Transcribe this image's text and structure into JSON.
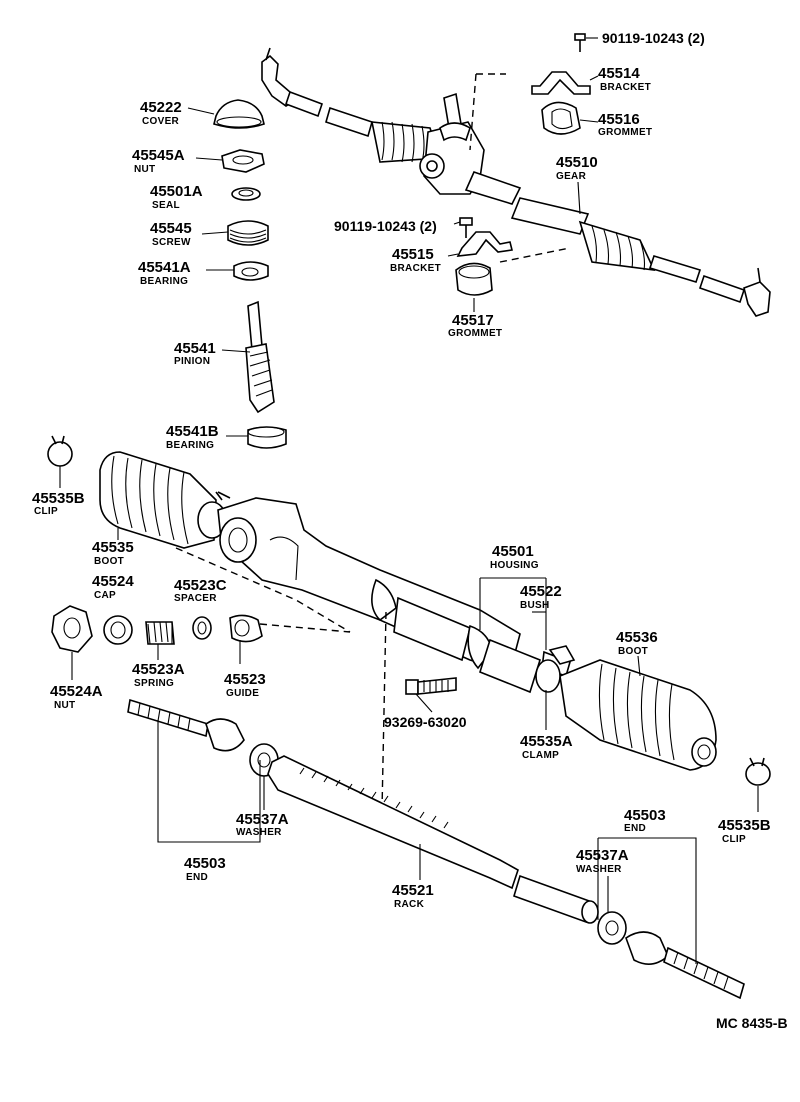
{
  "labels": {
    "bolt_top": {
      "num": "90119-10243 (2)"
    },
    "bracket_top": {
      "num": "45514",
      "name": "BRACKET"
    },
    "grommet_top": {
      "num": "45516",
      "name": "GROMMET"
    },
    "gear": {
      "num": "45510",
      "name": "GEAR"
    },
    "cover": {
      "num": "45222",
      "name": "COVER"
    },
    "nut_top": {
      "num": "45545A",
      "name": "NUT"
    },
    "seal": {
      "num": "45501A",
      "name": "SEAL"
    },
    "screw": {
      "num": "45545",
      "name": "SCREW"
    },
    "bearing_a": {
      "num": "45541A",
      "name": "BEARING"
    },
    "bolt_mid": {
      "num": "90119-10243 (2)"
    },
    "bracket_mid": {
      "num": "45515",
      "name": "BRACKET"
    },
    "grommet_mid": {
      "num": "45517",
      "name": "GROMMET"
    },
    "pinion": {
      "num": "45541",
      "name": "PINION"
    },
    "bearing_b": {
      "num": "45541B",
      "name": "BEARING"
    },
    "clip_left": {
      "num": "45535B",
      "name": "CLIP"
    },
    "boot_left": {
      "num": "45535",
      "name": "BOOT"
    },
    "housing": {
      "num": "45501",
      "name": "HOUSING"
    },
    "bush": {
      "num": "45522",
      "name": "BUSH"
    },
    "cap": {
      "num": "45524",
      "name": "CAP"
    },
    "spacer": {
      "num": "45523C",
      "name": "SPACER"
    },
    "boot_right": {
      "num": "45536",
      "name": "BOOT"
    },
    "nut_left": {
      "num": "45524A",
      "name": "NUT"
    },
    "spring": {
      "num": "45523A",
      "name": "SPRING"
    },
    "guide": {
      "num": "45523",
      "name": "GUIDE"
    },
    "screw_bolt": {
      "num": "93269-63020"
    },
    "clamp": {
      "num": "45535A",
      "name": "CLAMP"
    },
    "washer_left": {
      "num": "45537A",
      "name": "WASHER"
    },
    "end_left": {
      "num": "45503",
      "name": "END"
    },
    "rack": {
      "num": "45521",
      "name": "RACK"
    },
    "end_right": {
      "num": "45503",
      "name": "END"
    },
    "washer_right": {
      "num": "45537A",
      "name": "WASHER"
    },
    "clip_right": {
      "num": "45535B",
      "name": "CLIP"
    }
  },
  "diagram_code": "MC 8435-B"
}
